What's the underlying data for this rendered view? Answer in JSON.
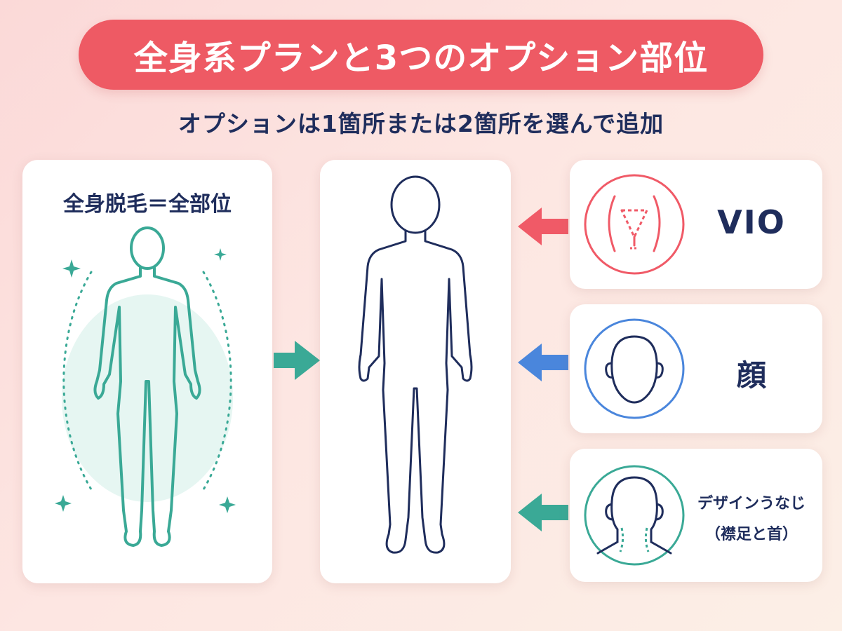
{
  "title": "全身系プランと3つのオプション部位",
  "subtitle": "オプションは1箇所または2箇所を選んで追加",
  "whole_body": {
    "label": "全身脱毛＝全部位"
  },
  "options": [
    {
      "label": "VIO",
      "icon": "vio-icon",
      "arrow_color": "#f05a67"
    },
    {
      "label": "顔",
      "icon": "face-icon",
      "arrow_color": "#4a86dc"
    },
    {
      "label_line1": "デザインうなじ",
      "label_line2": "（襟足と首）",
      "icon": "nape-icon",
      "arrow_color": "#3aa996"
    }
  ],
  "colors": {
    "title_bg": "#ee5a64",
    "navy": "#1f2d5c",
    "teal": "#3aa996",
    "red": "#f05a67",
    "blue": "#4a86dc"
  }
}
